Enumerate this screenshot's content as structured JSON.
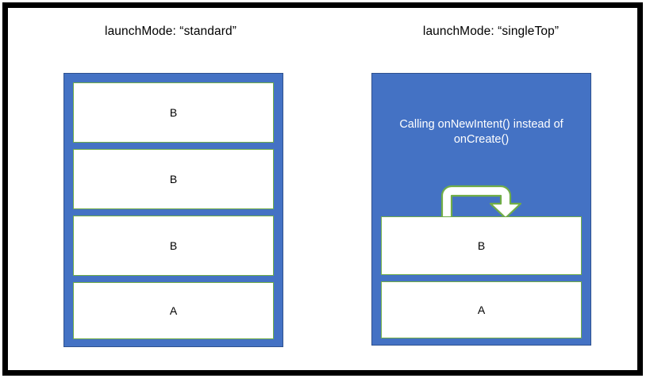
{
  "figure": {
    "background_color": "#FFFFFF",
    "frame_border_color": "#000000",
    "stack_fill_color": "#4472C4",
    "activity_border_color": "#70AD47",
    "activity_fill_color": "#FFFFFF",
    "note_text_color": "#FFFFFF",
    "arrow_fill_color": "#FFFFFF",
    "arrow_stroke_color": "#70AD47"
  },
  "panels": [
    {
      "id": "standard",
      "title": "launchMode: “standard”",
      "stack": [
        {
          "label": "B"
        },
        {
          "label": "B"
        },
        {
          "label": "B"
        },
        {
          "label": "A"
        }
      ],
      "note": null
    },
    {
      "id": "singletop",
      "title": "launchMode: “singleTop”",
      "stack": [
        {
          "label": "B"
        },
        {
          "label": "A"
        }
      ],
      "note": "Calling onNewIntent() instead of onCreate()",
      "arrow": {
        "icon": "u-turn-arrow-icon",
        "direction": "down"
      }
    }
  ]
}
